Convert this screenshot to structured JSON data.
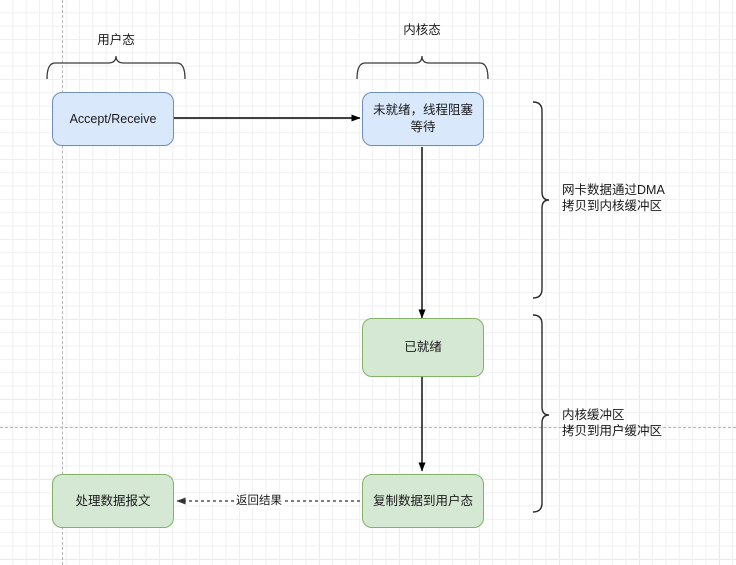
{
  "diagram": {
    "title_user_mode": "用户态",
    "title_kernel_mode": "内核态",
    "nodes": {
      "accept_receive": "Accept/Receive",
      "not_ready": "未就绪，线程阻塞等待",
      "ready": "已就绪",
      "copy_to_user": "复制数据到用户态",
      "process_packet": "处理数据报文"
    },
    "edges": {
      "return_result": "返回结果"
    },
    "annotations": {
      "dma_copy": "网卡数据通过DMA\n拷贝到内核缓冲区",
      "kernel_to_user": "内核缓冲区\n拷贝到用户缓冲区"
    },
    "colors": {
      "blue_fill": "#dae8fc",
      "blue_stroke": "#6c8ebf",
      "green_fill": "#d5e8d4",
      "green_stroke": "#82b366",
      "line": "#000000",
      "grid_minor": "#f0f0f0",
      "grid_major": "#d8d8d8",
      "page_break": "#b5b5b5"
    }
  }
}
